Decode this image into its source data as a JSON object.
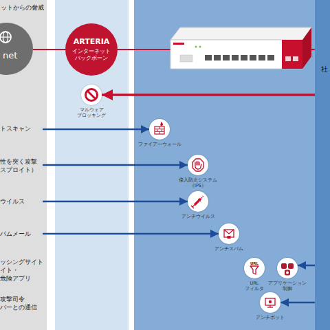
{
  "diagram": {
    "nodes": [
      {
        "text": [
          "ットからの脅威"
        ]
      },
      {
        "text": [
          "net"
        ],
        "in": 0
      },
      {
        "text": [
          "トスキャン"
        ],
        "in": 0
      },
      {
        "text": [
          "性を突く攻撃 スプロイト）"
        ],
        "in": 0
      },
      {
        "text": [
          "ウイルス"
        ],
        "in": 0
      },
      {
        "text": [
          "パムメール"
        ],
        "in": 0
      },
      {
        "text": [
          "ッシングサイト イト・危険アプリ"
        ],
        "in": 0
      },
      {
        "text": [
          "攻撃司令 バーとの通信"
        ],
        "in": 0
      },
      {
        "text": [
          "ARTERIA",
          "インターネット バックボーン"
        ]
      },
      {
        "text": [
          "マルウェア ブロッキング"
        ]
      },
      {
        "text": [
          "ファイアーウォール"
        ]
      },
      {
        "text": [
          "侵入防止システム （IPS）"
        ]
      },
      {
        "text": [
          "アンチウイルス"
        ]
      },
      {
        "text": [
          "アンチスパム"
        ]
      },
      {
        "text": [
          "URL",
          "URL フィルタ"
        ]
      },
      {
        "text": [
          "アプリケーション 制御"
        ]
      },
      {
        "text": [
          "アンチボット"
        ]
      },
      {
        "text": [
          "社"
        ]
      }
    ],
    "edges": [
      {
        "from": 1,
        "to": 8,
        "arrow": "none"
      },
      {
        "from": 8,
        "to": 17,
        "arrow": "none"
      },
      {
        "from": 17,
        "to": 9,
        "arrow": "to"
      },
      {
        "from": 2,
        "to": 10,
        "arrow": "to"
      },
      {
        "from": 3,
        "to": 11,
        "arrow": "to"
      },
      {
        "from": 4,
        "to": 12,
        "arrow": "to"
      },
      {
        "from": 5,
        "to": 13,
        "arrow": "to"
      },
      {
        "from": 17,
        "to": 15,
        "arrow": "to"
      },
      {
        "from": 17,
        "to": 16,
        "arrow": "to"
      }
    ]
  }
}
